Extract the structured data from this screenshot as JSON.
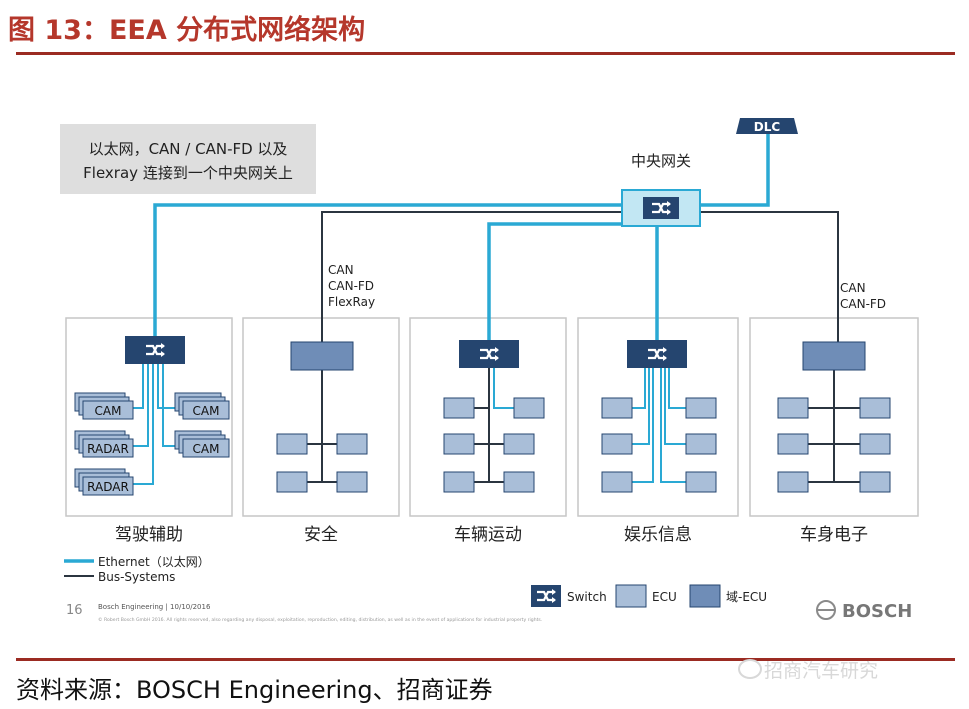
{
  "figure_title": "图 13：EEA 分布式网络架构",
  "callout": {
    "line1": "以太网，CAN / CAN-FD 以及",
    "line2": "Flexray 连接到一个中央网关上"
  },
  "gateway": {
    "label": "中央网关"
  },
  "dlc": {
    "label": "DLC"
  },
  "bus_labels": {
    "safety": [
      "CAN",
      "CAN-FD",
      "FlexRay"
    ],
    "body": [
      "CAN",
      "CAN-FD"
    ]
  },
  "domains": [
    {
      "label": "驾驶辅助"
    },
    {
      "label": "安全"
    },
    {
      "label": "车辆运动"
    },
    {
      "label": "娱乐信息"
    },
    {
      "label": "车身电子"
    }
  ],
  "sensors": {
    "cam": "CAM",
    "radar": "RADAR"
  },
  "line_legend": {
    "ethernet": "Ethernet（以太网）",
    "bus": "Bus-Systems"
  },
  "box_legend": {
    "switch": "Switch",
    "ecu": "ECU",
    "domain_ecu": "域-ECU"
  },
  "footer": {
    "page": "16",
    "credit": "Bosch Engineering | 10/10/2016",
    "copyright": "© Robert Bosch GmbH 2016. All rights reserved, also regarding any disposal, exploitation, reproduction, editing, distribution, as well as in the event of applications for industrial property rights.",
    "brand": "BOSCH"
  },
  "source": "资料来源：BOSCH Engineering、招商证券",
  "watermark": "招商汽车研究",
  "colors": {
    "ethernet": "#2aa9d4",
    "bus": "#2b3540",
    "switch_fill": "#25456f",
    "domain_ecu_fill": "#6f8db7",
    "ecu_fill": "#a9bed8",
    "title_red": "#b5372b",
    "rule": "#9b2b22",
    "panel_border": "#c6c6c6",
    "callout_bg": "#dedede"
  }
}
